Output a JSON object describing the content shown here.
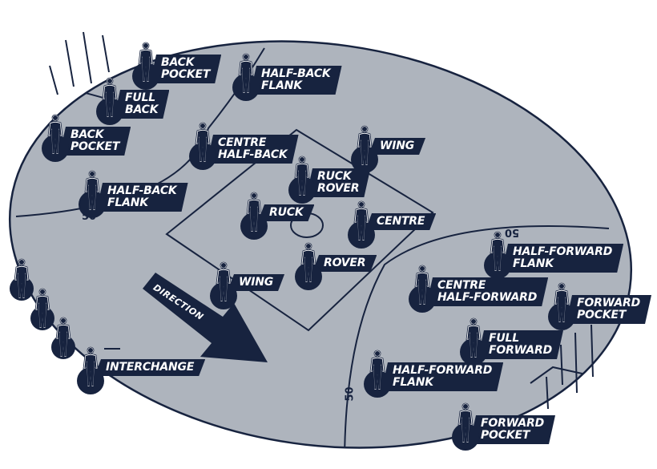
{
  "colors": {
    "field": "#aeb4bd",
    "navy": "#17233f",
    "lines": "#17233f"
  },
  "labels": {
    "fifty": "50",
    "direction": "DIRECTION"
  },
  "positions": [
    {
      "id": "back-pocket-top",
      "lines": [
        "BACK",
        "POCKET"
      ]
    },
    {
      "id": "full-back",
      "lines": [
        "FULL",
        "BACK"
      ]
    },
    {
      "id": "back-pocket-left",
      "lines": [
        "BACK",
        "POCKET"
      ]
    },
    {
      "id": "half-back-flank-top",
      "lines": [
        "HALF-BACK",
        "FLANK"
      ]
    },
    {
      "id": "half-back-flank-left",
      "lines": [
        "HALF-BACK",
        "FLANK"
      ]
    },
    {
      "id": "centre-half-back",
      "lines": [
        "CENTRE",
        "HALF-BACK"
      ]
    },
    {
      "id": "wing-top",
      "lines": [
        "WING"
      ]
    },
    {
      "id": "ruck-rover",
      "lines": [
        "RUCK",
        "ROVER"
      ]
    },
    {
      "id": "ruck",
      "lines": [
        "RUCK"
      ]
    },
    {
      "id": "centre",
      "lines": [
        "CENTRE"
      ]
    },
    {
      "id": "rover",
      "lines": [
        "ROVER"
      ]
    },
    {
      "id": "wing-bottom",
      "lines": [
        "WING"
      ]
    },
    {
      "id": "interchange",
      "lines": [
        "INTERCHANGE"
      ]
    },
    {
      "id": "half-forward-flank-top",
      "lines": [
        "HALF-FORWARD",
        "FLANK"
      ]
    },
    {
      "id": "centre-half-forward",
      "lines": [
        "CENTRE",
        "HALF-FORWARD"
      ]
    },
    {
      "id": "forward-pocket-right",
      "lines": [
        "FORWARD",
        "POCKET"
      ]
    },
    {
      "id": "full-forward",
      "lines": [
        "FULL",
        "FORWARD"
      ]
    },
    {
      "id": "half-forward-flank-bottom",
      "lines": [
        "HALF-FORWARD",
        "FLANK"
      ]
    },
    {
      "id": "forward-pocket-bottom",
      "lines": [
        "FORWARD",
        "POCKET"
      ]
    }
  ]
}
